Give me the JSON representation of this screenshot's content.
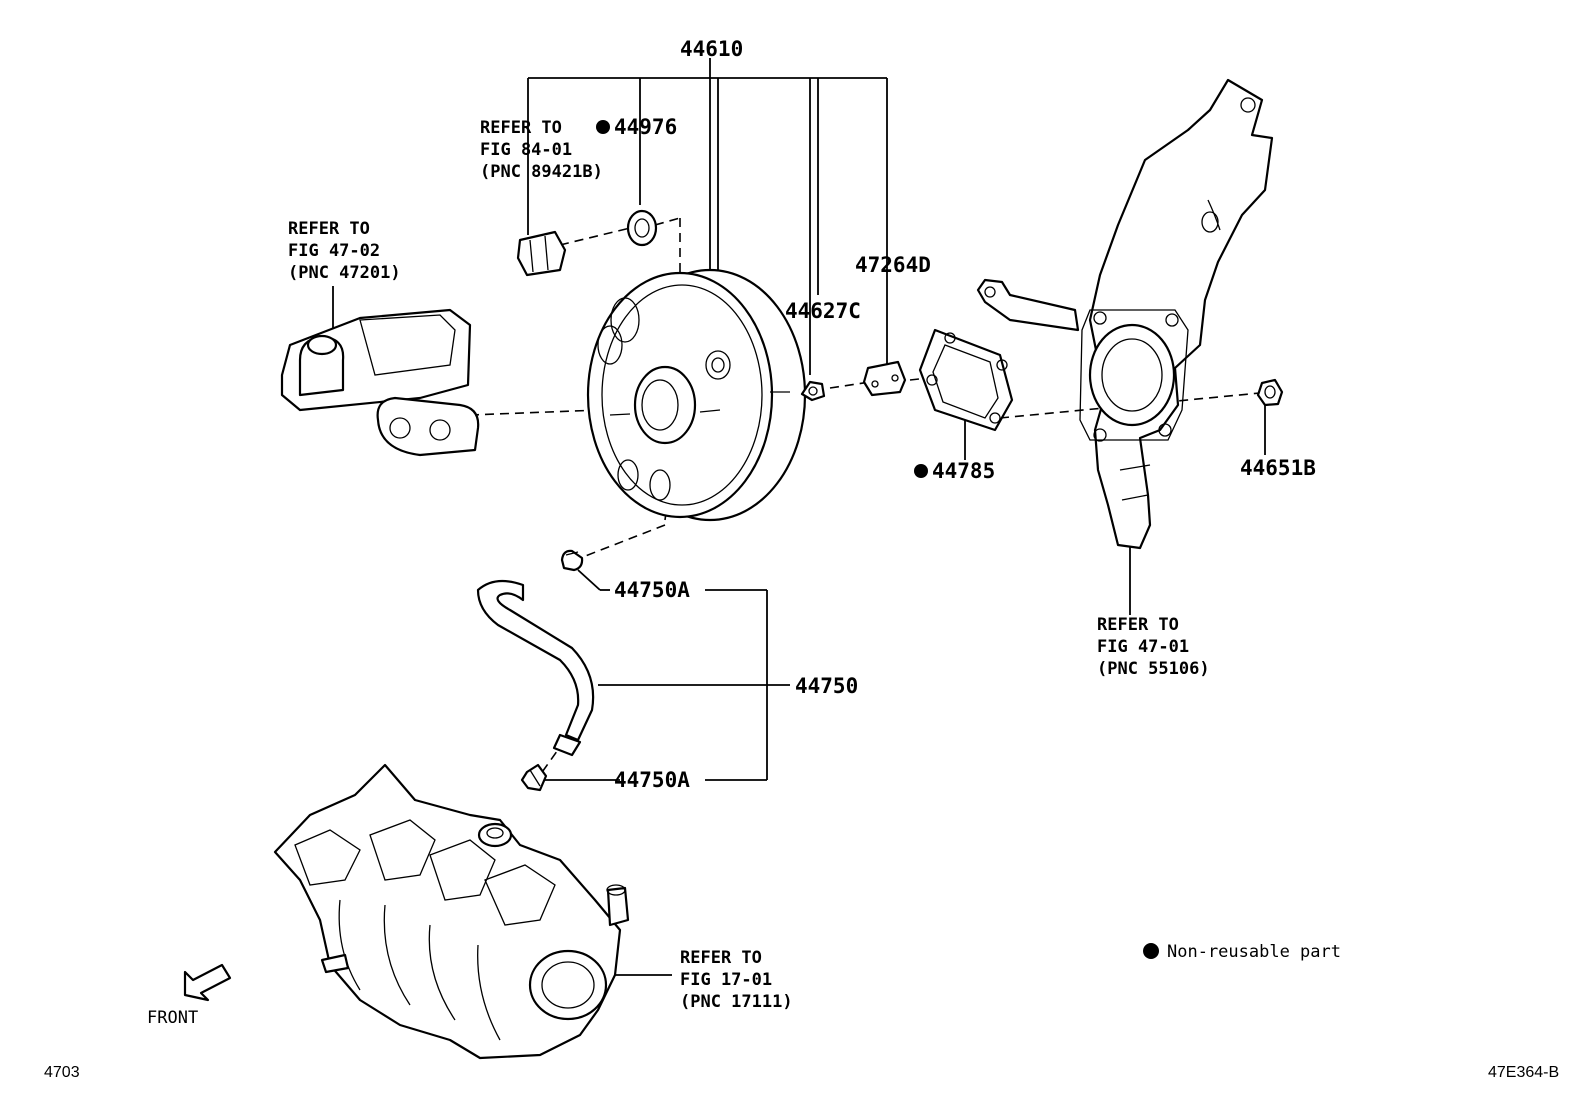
{
  "parts": {
    "p44610": "44610",
    "p44976": "44976",
    "p44627c": "44627C",
    "p47264d": "47264D",
    "p44785": "44785",
    "p44651b": "44651B",
    "p44750a_top": "44750A",
    "p44750": "44750",
    "p44750a_bottom": "44750A"
  },
  "refs": {
    "r8401": [
      "REFER TO",
      "FIG 84-01",
      "(PNC 89421B)"
    ],
    "r4702": [
      "REFER TO",
      "FIG 47-02",
      "(PNC 47201)"
    ],
    "r4701": [
      "REFER TO",
      "FIG 47-01",
      "(PNC 55106)"
    ],
    "r1701": [
      "REFER TO",
      "FIG 17-01",
      "(PNC 17111)"
    ]
  },
  "legend": {
    "text": "Non-reusable part"
  },
  "front_label": "FRONT",
  "footer": {
    "left": "4703",
    "right": "47E364-B"
  },
  "icons": {
    "non_reusable": "filled-circle-icon",
    "front": "hollow-arrow-icon"
  }
}
